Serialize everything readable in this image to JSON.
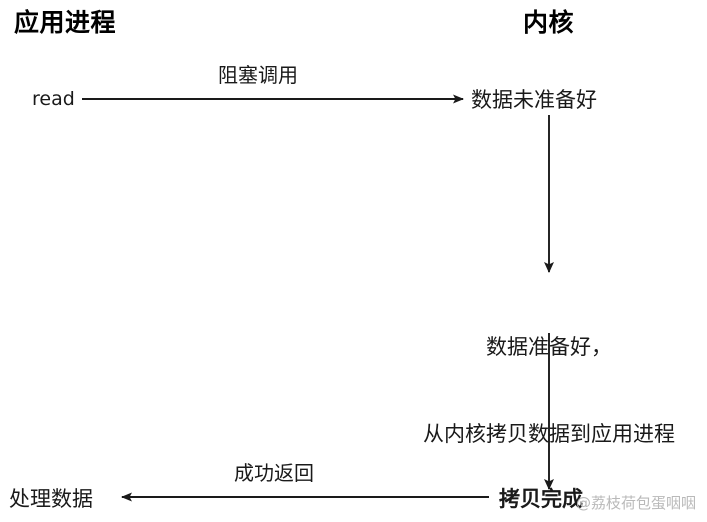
{
  "diagram": {
    "title_left": "应用进程",
    "title_right": "内核",
    "nodes": {
      "read": "read",
      "data_not_ready": "数据未准备好",
      "data_ready_line1": "数据准备好，",
      "data_ready_line2": "从内核拷贝数据到应用进程",
      "copy_done": "拷贝完成",
      "process_data": "处理数据"
    },
    "edges": {
      "blocking_call": "阻塞调用",
      "success_return": "成功返回"
    },
    "watermark": "@荔枝荷包蛋咽咽",
    "colors": {
      "stroke": "#1a1a1a",
      "text": "#000000",
      "background": "#ffffff",
      "watermark": "#b9b9b9"
    }
  }
}
